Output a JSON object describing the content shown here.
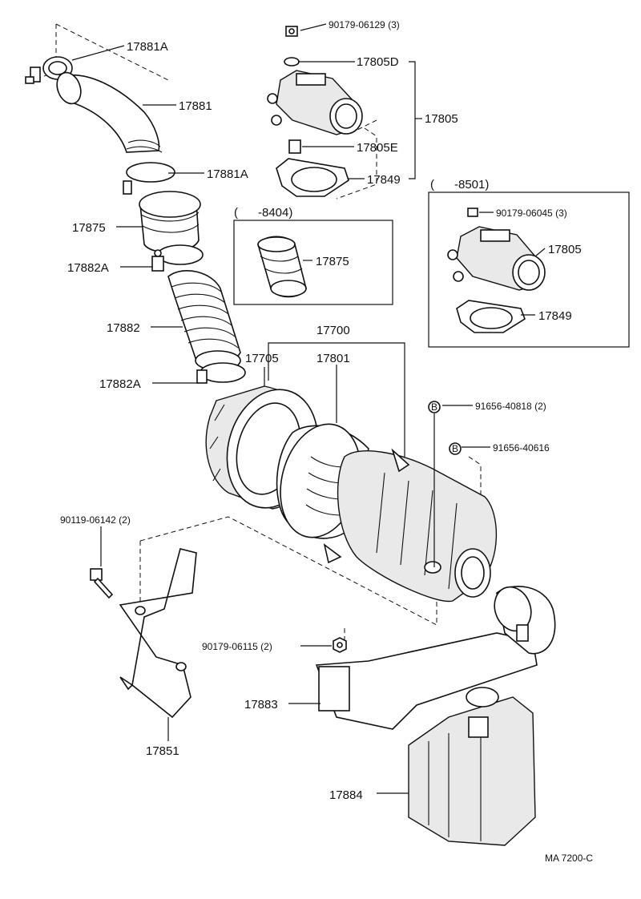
{
  "labels": {
    "p17881A_top": "17881A",
    "p17881": "17881",
    "p17881A_mid": "17881A",
    "p17875": "17875",
    "p17882A_top": "17882A",
    "p17882": "17882",
    "p17882A_bot": "17882A",
    "p90179_06129": "90179-06129 (3)",
    "p17805D": "17805D",
    "p17805": "17805",
    "p17805E": "17805E",
    "p17849": "17849",
    "inset1_range": "(      -8404)",
    "inset1_17875": "17875",
    "inset2_range": "(      -8501)",
    "inset2_90179": "90179-06045 (3)",
    "inset2_17805": "17805",
    "inset2_17849": "17849",
    "p17700": "17700",
    "p17705": "17705",
    "p17801": "17801",
    "b_marker_1": "B",
    "p91656_1": "91656-40818 (2)",
    "b_marker_2": "B",
    "p91656_2": "91656-40616",
    "p90119": "90119-06142 (2)",
    "p90179_06115": "90179-06115 (2)",
    "p17883": "17883",
    "p17851": "17851",
    "p17884": "17884",
    "drawing_code": "MA 7200-C"
  }
}
